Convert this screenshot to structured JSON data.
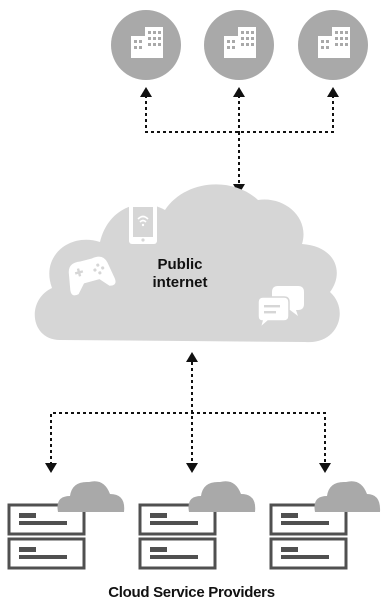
{
  "diagram": {
    "cloud": {
      "label_line1": "Public",
      "label_line2": "internet"
    },
    "caption": "Cloud Service Providers",
    "icons": [
      "building-icon",
      "building-icon",
      "building-icon",
      "smartphone-icon",
      "gamepad-icon",
      "chat-bubbles-icon",
      "server-icon",
      "server-icon",
      "server-icon",
      "cloud-icon",
      "cloud-icon",
      "cloud-icon"
    ],
    "colors": {
      "circle": "#a9a9a9",
      "cloud": "#d6d6d6",
      "server_stroke": "#505050",
      "connector": "#111111"
    }
  }
}
